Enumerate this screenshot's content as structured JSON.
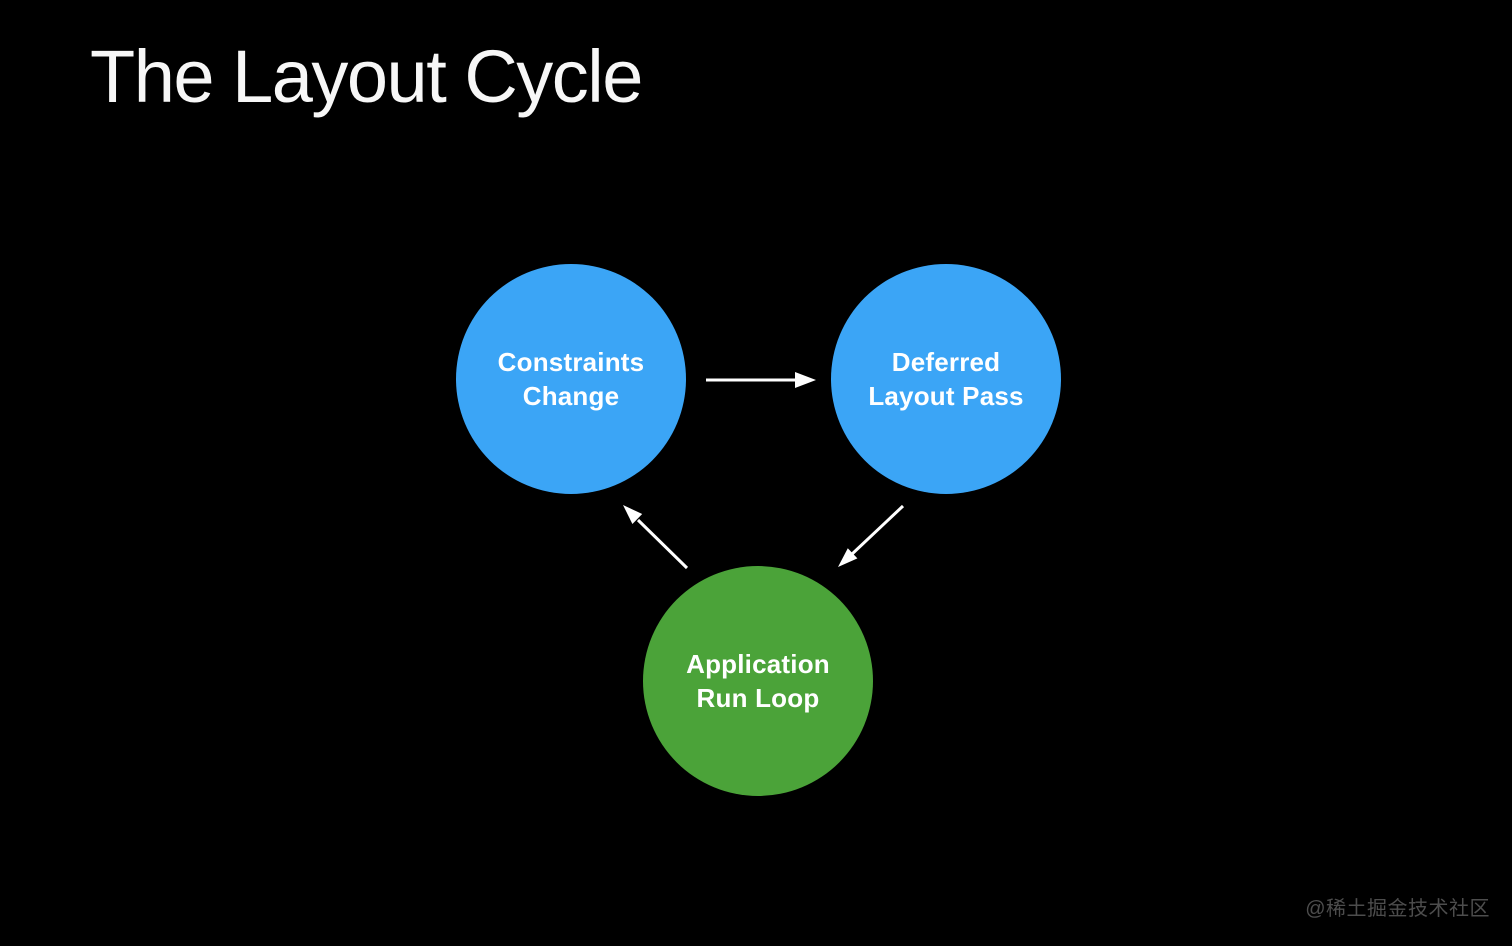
{
  "slide": {
    "title": "The Layout Cycle",
    "watermark": "@稀土掘金技术社区"
  },
  "diagram": {
    "nodes": [
      {
        "id": "constraints-change",
        "lines": [
          "Constraints",
          "Change"
        ],
        "color": "#3BA5F6"
      },
      {
        "id": "deferred-layout-pass",
        "lines": [
          "Deferred",
          "Layout Pass"
        ],
        "color": "#3BA5F6"
      },
      {
        "id": "application-run-loop",
        "lines": [
          "Application",
          "Run Loop"
        ],
        "color": "#4BA339"
      }
    ],
    "edges": [
      {
        "from": "constraints-change",
        "to": "deferred-layout-pass"
      },
      {
        "from": "deferred-layout-pass",
        "to": "application-run-loop"
      },
      {
        "from": "application-run-loop",
        "to": "constraints-change"
      }
    ],
    "arrow_color": "#FFFFFF"
  },
  "colors": {
    "background": "#000000",
    "node_blue": "#3BA5F6",
    "node_green": "#4BA339",
    "title_text": "#F7F7F7",
    "node_text": "#FFFFFF",
    "watermark_text": "#4D4D4D"
  }
}
